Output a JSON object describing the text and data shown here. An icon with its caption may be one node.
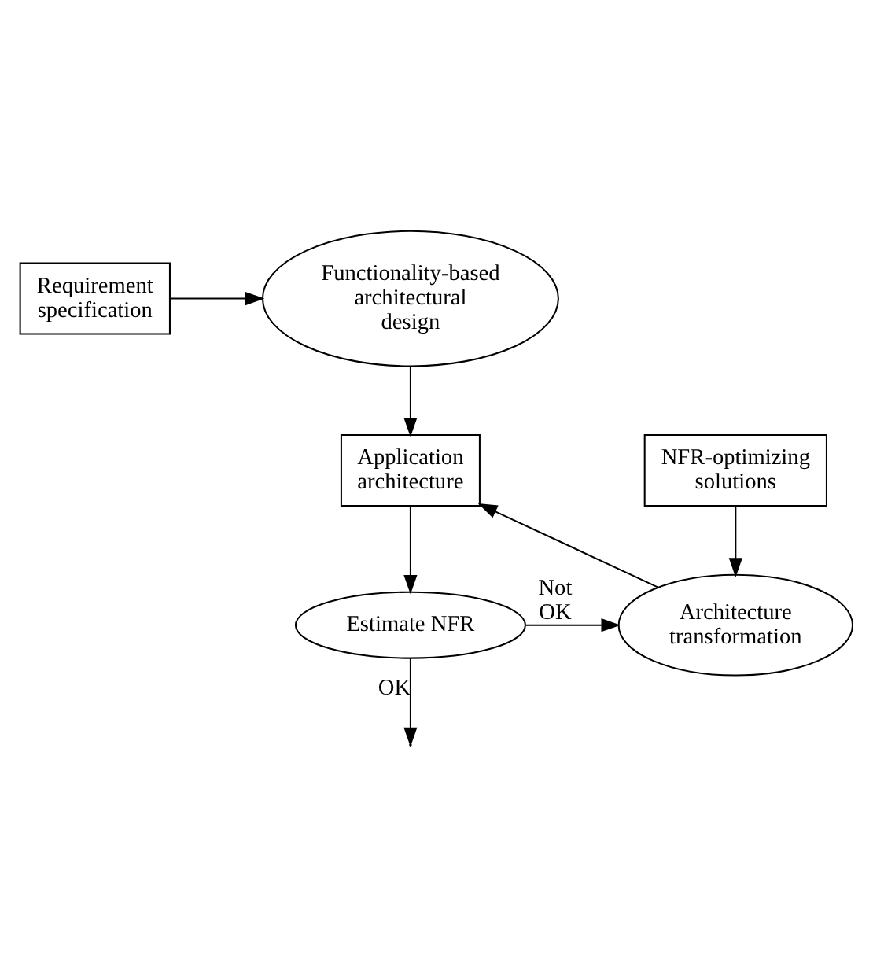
{
  "diagram": {
    "nodes": [
      {
        "text": [
          "Requirement specification"
        ]
      },
      {
        "text": [
          "Functionality-based architectural design"
        ]
      },
      {
        "text": [
          "Application architecture"
        ]
      },
      {
        "text": [
          "Estimate NFR"
        ]
      },
      {
        "text": [
          "Architecture transformation"
        ]
      },
      {
        "text": [
          "NFR-optimizing solutions"
        ]
      }
    ],
    "edges": [
      {
        "from": 0,
        "to": 1,
        "arrow": "to"
      },
      {
        "from": 1,
        "to": 2,
        "arrow": "to"
      },
      {
        "from": 2,
        "to": 3,
        "arrow": "to"
      },
      {
        "from": 3,
        "to": 4,
        "label": "Not OK",
        "arrow": "to"
      },
      {
        "from": 4,
        "to": 2,
        "arrow": "to"
      },
      {
        "from": 5,
        "to": 4,
        "arrow": "to"
      },
      {
        "from": 3,
        "to": null,
        "label": "OK",
        "arrow": "to"
      }
    ]
  }
}
